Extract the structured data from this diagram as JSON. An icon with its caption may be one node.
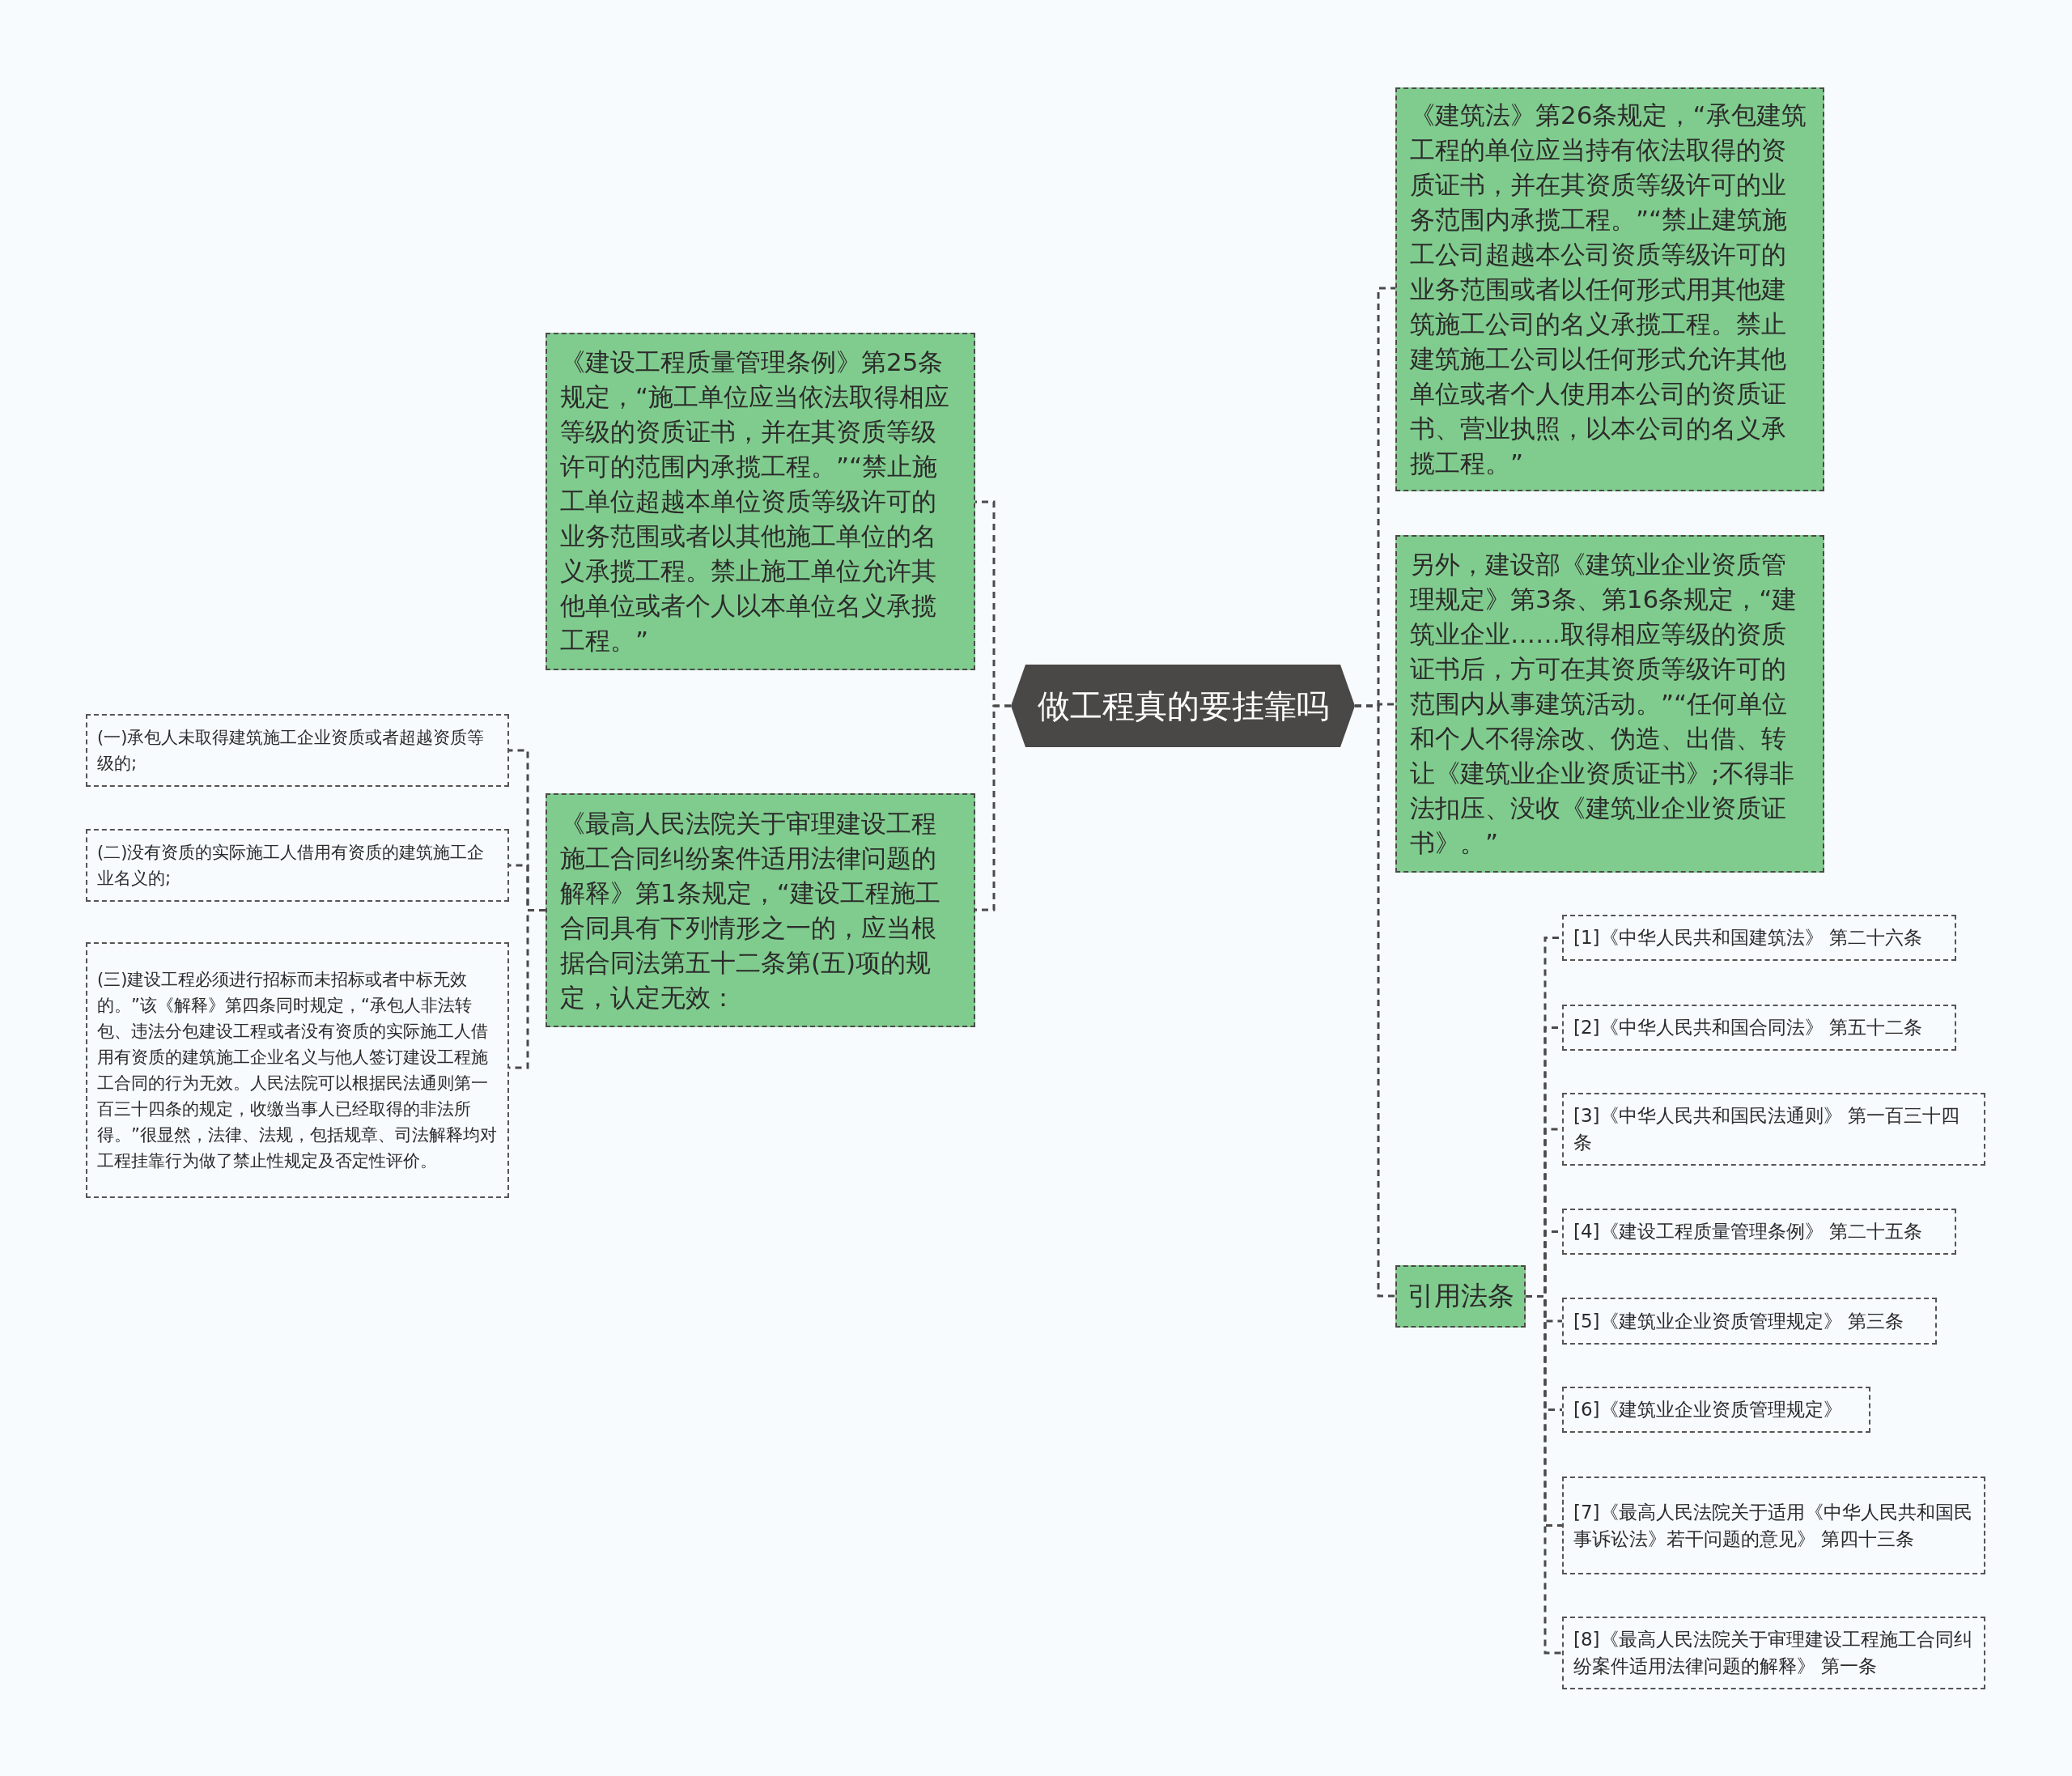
{
  "diagram": {
    "nodes": [
      {
        "text": [
          "做工程真的要挂靠吗"
        ]
      },
      {
        "text": [
          "《建设工程质量管理条例》第25条规定，“施工单位应当依法取得相应等级的资质证书，并在其资质等级许可的范围内承揽工程。”“禁止施工单位超越本单位资质等级许可的业务范围或者以其他施工单位的名义承揽工程。禁止施工单位允许其他单位或者个人以本单位名义承揽工程。”"
        ]
      },
      {
        "text": [
          "《最高人民法院关于审理建设工程施工合同纠纷案件适用法律问题的解释》第1条规定，“建设工程施工合同具有下列情形之一的，应当根据合同法第五十二条第(五)项的规定，认定无效："
        ]
      },
      {
        "text": [
          "(一)承包人未取得建筑施工企业资质或者超越资质等级的;"
        ]
      },
      {
        "text": [
          "(二)没有资质的实际施工人借用有资质的建筑施工企业名义的;"
        ]
      },
      {
        "text": [
          "(三)建设工程必须进行招标而未招标或者中标无效的。”该《解释》第四条同时规定，“承包人非法转包、违法分包建设工程或者没有资质的实际施工人借用有资质的建筑施工企业名义与他人签订建设工程施工合同的行为无效。人民法院可以根据民法通则第一百三十四条的规定，收缴当事人已经取得的非法所得。”很显然，法律、法规，包括规章、司法解释均对工程挂靠行为做了禁止性规定及否定性评价。"
        ]
      },
      {
        "text": [
          "《建筑法》第26条规定，“承包建筑工程的单位应当持有依法取得的资质证书，并在其资质等级许可的业务范围内承揽工程。”“禁止建筑施工公司超越本公司资质等级许可的业务范围或者以任何形式用其他建筑施工公司的名义承揽工程。禁止建筑施工公司以任何形式允许其他单位或者个人使用本公司的资质证书、营业执照，以本公司的名义承揽工程。”"
        ]
      },
      {
        "text": [
          "另外，建设部《建筑业企业资质管理规定》第3条、第16条规定，“建筑业企业……取得相应等级的资质证书后，方可在其资质等级许可的范围内从事建筑活动。”“任何单位和个人不得涂改、伪造、出借、转让《建筑业企业资质证书》;不得非法扣压、没收《建筑业企业资质证书》。”"
        ]
      },
      {
        "text": [
          "引用法条"
        ]
      },
      {
        "text": [
          "[1]《中华人民共和国建筑法》 第二十六条"
        ]
      },
      {
        "text": [
          "[2]《中华人民共和国合同法》 第五十二条"
        ]
      },
      {
        "text": [
          "[3]《中华人民共和国民法通则》 第一百三十四条"
        ]
      },
      {
        "text": [
          "[4]《建设工程质量管理条例》 第二十五条"
        ]
      },
      {
        "text": [
          "[5]《建筑业企业资质管理规定》 第三条"
        ]
      },
      {
        "text": [
          "[6]《建筑业企业资质管理规定》"
        ]
      },
      {
        "text": [
          "[7]《最高人民法院关于适用《中华人民共和国民事诉讼法》若干问题的意见》 第四十三条"
        ]
      },
      {
        "text": [
          "[8]《最高人民法院关于审理建设工程施工合同纠纷案件适用法律问题的解释》 第一条"
        ]
      }
    ],
    "edges": [
      {
        "from": 0,
        "to": 1,
        "arrow": "none",
        "style": "dashed"
      },
      {
        "from": 0,
        "to": 2,
        "arrow": "none",
        "style": "dashed"
      },
      {
        "from": 2,
        "to": 3,
        "arrow": "none",
        "style": "dashed"
      },
      {
        "from": 2,
        "to": 4,
        "arrow": "none",
        "style": "dashed"
      },
      {
        "from": 2,
        "to": 5,
        "arrow": "none",
        "style": "dashed"
      },
      {
        "from": 0,
        "to": 6,
        "arrow": "none",
        "style": "dashed"
      },
      {
        "from": 0,
        "to": 7,
        "arrow": "none",
        "style": "dashed"
      },
      {
        "from": 0,
        "to": 8,
        "arrow": "none",
        "style": "dashed"
      },
      {
        "from": 8,
        "to": 9,
        "arrow": "none",
        "style": "dashed"
      },
      {
        "from": 8,
        "to": 10,
        "arrow": "none",
        "style": "dashed"
      },
      {
        "from": 8,
        "to": 11,
        "arrow": "none",
        "style": "dashed"
      },
      {
        "from": 8,
        "to": 12,
        "arrow": "none",
        "style": "dashed"
      },
      {
        "from": 8,
        "to": 13,
        "arrow": "none",
        "style": "dashed"
      },
      {
        "from": 8,
        "to": 14,
        "arrow": "none",
        "style": "dashed"
      },
      {
        "from": 8,
        "to": 15,
        "arrow": "none",
        "style": "dashed"
      },
      {
        "from": 8,
        "to": 16,
        "arrow": "none",
        "style": "dashed"
      }
    ]
  }
}
